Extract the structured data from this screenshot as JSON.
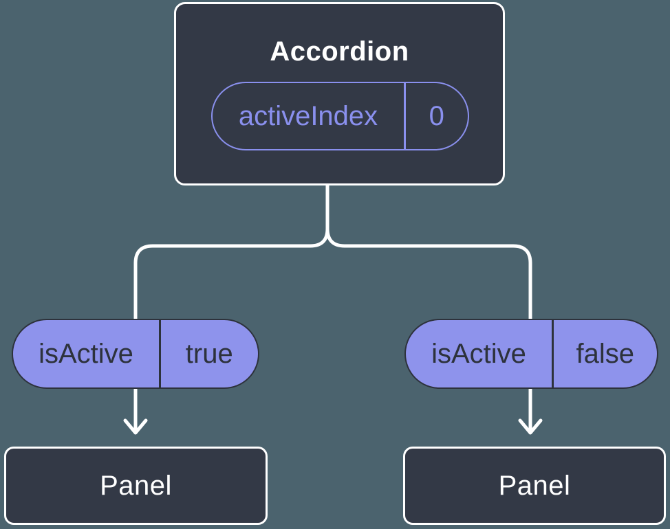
{
  "diagram": {
    "kind": "component-tree",
    "colors": {
      "background": "#4B636E",
      "node_fill": "#333946",
      "node_border": "#FFFFFF",
      "pill_fill": "#8E93EC",
      "accent_purple": "#8A90EE",
      "dark_text": "#2D323C",
      "light_text": "#FFFFFF",
      "connector": "#FFFFFF"
    },
    "tree": {
      "root": {
        "label": "Accordion",
        "state_pill": {
          "key": "activeIndex",
          "value": "0"
        }
      },
      "branches": [
        {
          "prop_pill": {
            "key": "isActive",
            "value": "true"
          },
          "child": {
            "label": "Panel"
          }
        },
        {
          "prop_pill": {
            "key": "isActive",
            "value": "false"
          },
          "child": {
            "label": "Panel"
          }
        }
      ]
    }
  }
}
